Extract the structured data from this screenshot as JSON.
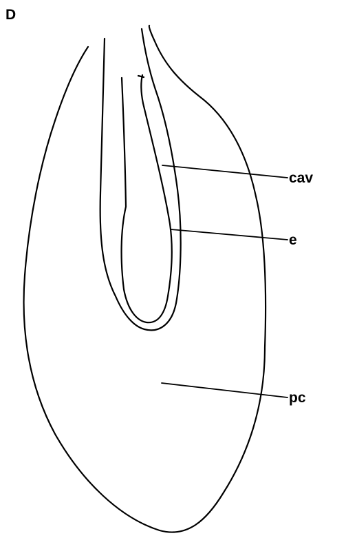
{
  "panel_label": "D",
  "labels": {
    "cav": "cav",
    "e": "e",
    "pc": "pc"
  },
  "colors": {
    "stroke": "#000000",
    "background": "#ffffff"
  }
}
